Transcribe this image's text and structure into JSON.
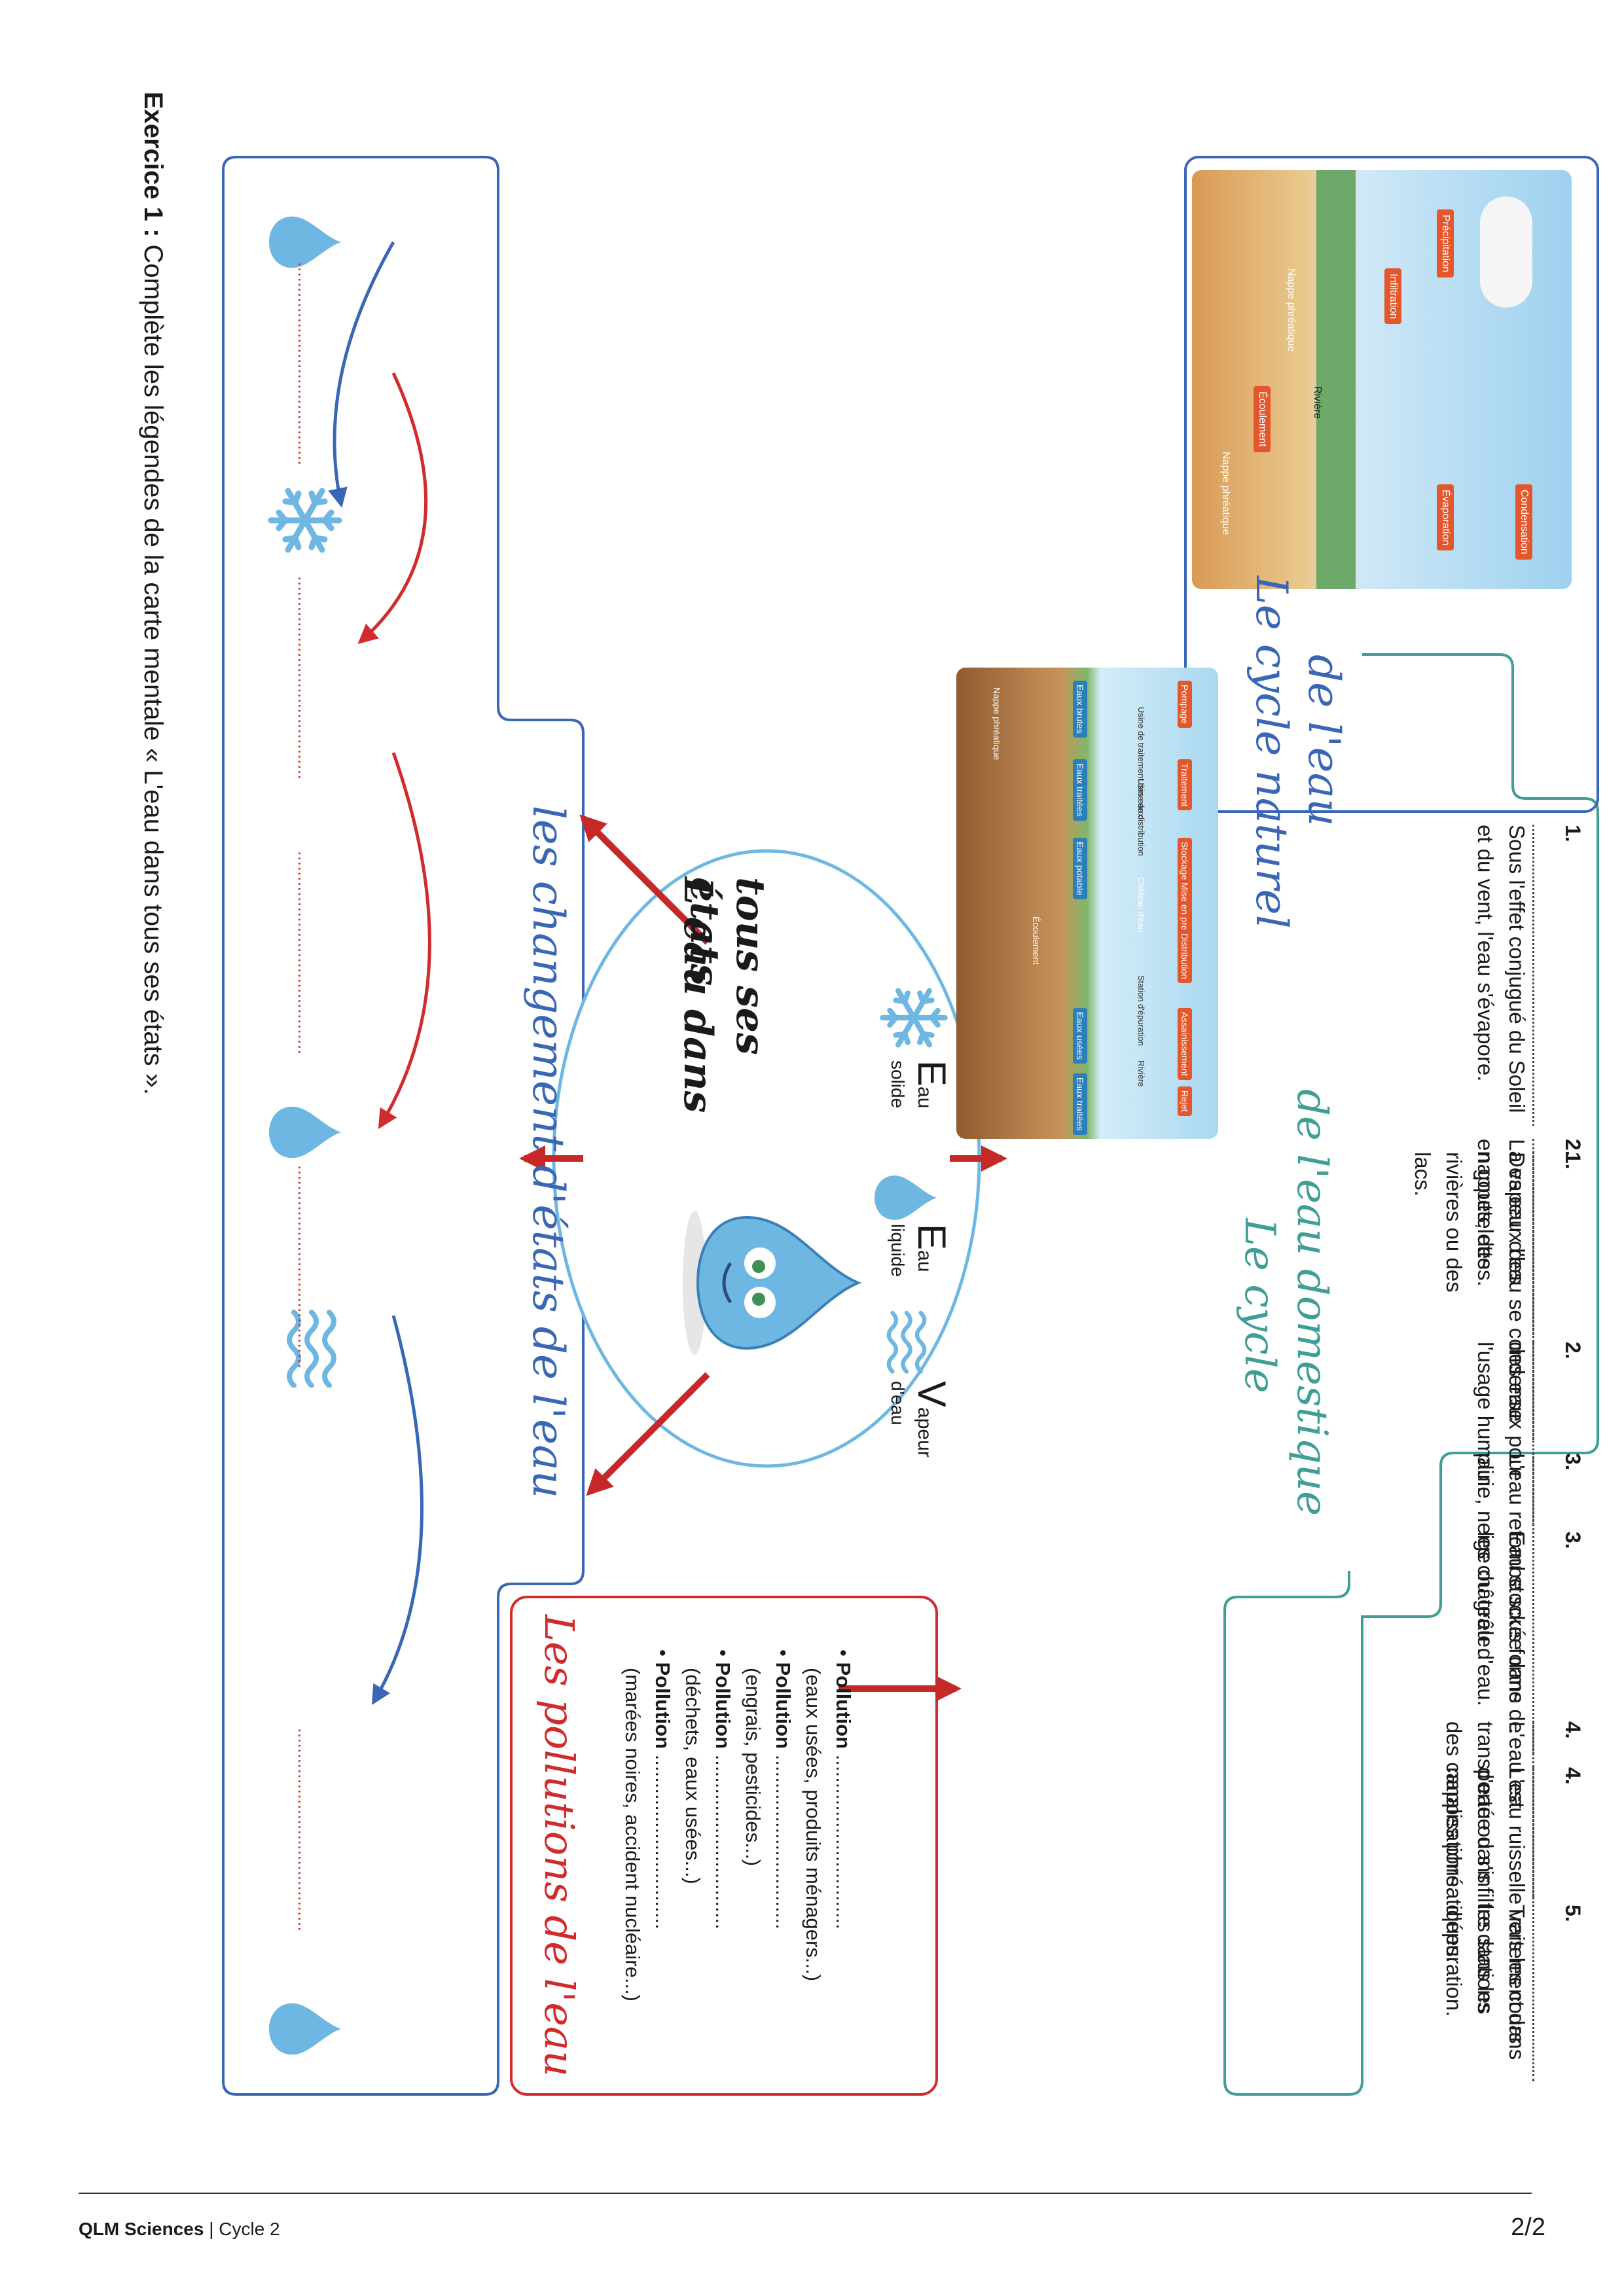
{
  "exercise": {
    "label": "Exercice 1 :",
    "instruction": "Complète les légendes de la carte mentale « L'eau dans tous ses états »."
  },
  "footer": {
    "brand": "QLM Sciences",
    "separator": "|",
    "cycle": "Cycle 2",
    "page": "2/2"
  },
  "colors": {
    "blue": "#3a67b5",
    "red": "#d12b2b",
    "teal": "#3f9e95",
    "water": "#6fb7e3"
  },
  "states_section": {
    "title": "les changement d'états de l'eau",
    "blank": "........................................",
    "icons": [
      "water-drop-icon",
      "snowflake-icon",
      "water-drop-icon",
      "vapour-waves-icon",
      "water-drop-icon"
    ]
  },
  "center": {
    "title_line1": "L'eau dans",
    "title_line2": "tous ses états",
    "states": [
      {
        "cap": "E",
        "rest": "au",
        "sub": "solide",
        "icon": "snowflake-icon"
      },
      {
        "cap": "E",
        "rest": "au",
        "sub": "liquide",
        "icon": "water-drop-icon"
      },
      {
        "cap": "V",
        "rest": "apeur",
        "sub": "d'eau",
        "icon": "vapour-waves-icon"
      }
    ]
  },
  "pollutions": {
    "title": "Les pollutions de l'eau",
    "items": [
      {
        "label": "Pollution",
        "blank": "...............................",
        "detail": "(eaux usées, produits ménagers...)"
      },
      {
        "label": "Pollution",
        "blank": "...............................",
        "detail": "(engrais, pesticides...)"
      },
      {
        "label": "Pollution",
        "blank": "...............................",
        "detail": "(déchets, eaux usées...)"
      },
      {
        "label": "Pollution",
        "blank": "...............................",
        "detail": "(marées noires, accident nucléaire...)"
      }
    ]
  },
  "natural_cycle": {
    "title_line1": "Le cycle naturel",
    "title_line2": "de l'eau",
    "blank": "..............................",
    "steps": [
      {
        "num": "1.",
        "text": "Sous l'effet conjugué du Soleil et du vent, l'eau s'évapore."
      },
      {
        "num": "2.",
        "text": "La vapeur d'eau se condense en gouttelettes."
      },
      {
        "num": "3.",
        "text": "L'eau retombe sous forme de pluie, neige ou grêle."
      },
      {
        "num": "4.",
        "text": "L'eau ruisselle vers les cours d'eau ou s'infiltre dans les nappes phréatiques."
      }
    ],
    "image_labels": [
      "Précipitation",
      "Condensation",
      "Évaporation",
      "Infiltration",
      "Nappe phréatique",
      "Rivière",
      "Écoulement",
      "Nappe phréatique"
    ]
  },
  "domestic_cycle": {
    "title_line1": "Le cycle",
    "title_line2": "de l'eau domestique",
    "blank": "..............................",
    "steps": [
      {
        "num": "1.",
        "text": "Des eaux des nappes, des rivières ou des lacs."
      },
      {
        "num": "2.",
        "text": "des eaux pour l'usage humain."
      },
      {
        "num": "3.",
        "text": "Eau stockée dans les château d'eau."
      },
      {
        "num": "4.",
        "text": "L'eau est transportée dans des canalisations."
      },
      {
        "num": "5.",
        "text": "Traitement dans les stations d'épuration."
      }
    ],
    "image_labels": [
      "Pompage",
      "Traitement",
      "Stockage Mise en pression",
      "Distribution",
      "Eaux brutes",
      "Eaux traitées",
      "Eaux potable",
      "Assainissement",
      "Rejet",
      "Eaux usées",
      "Eaux traitées",
      "Château d'eau",
      "Usine de traitement des eaux",
      "Usine de distribution",
      "Station d'épuration",
      "Rivière",
      "Nappe phréatique",
      "Écoulement"
    ]
  }
}
